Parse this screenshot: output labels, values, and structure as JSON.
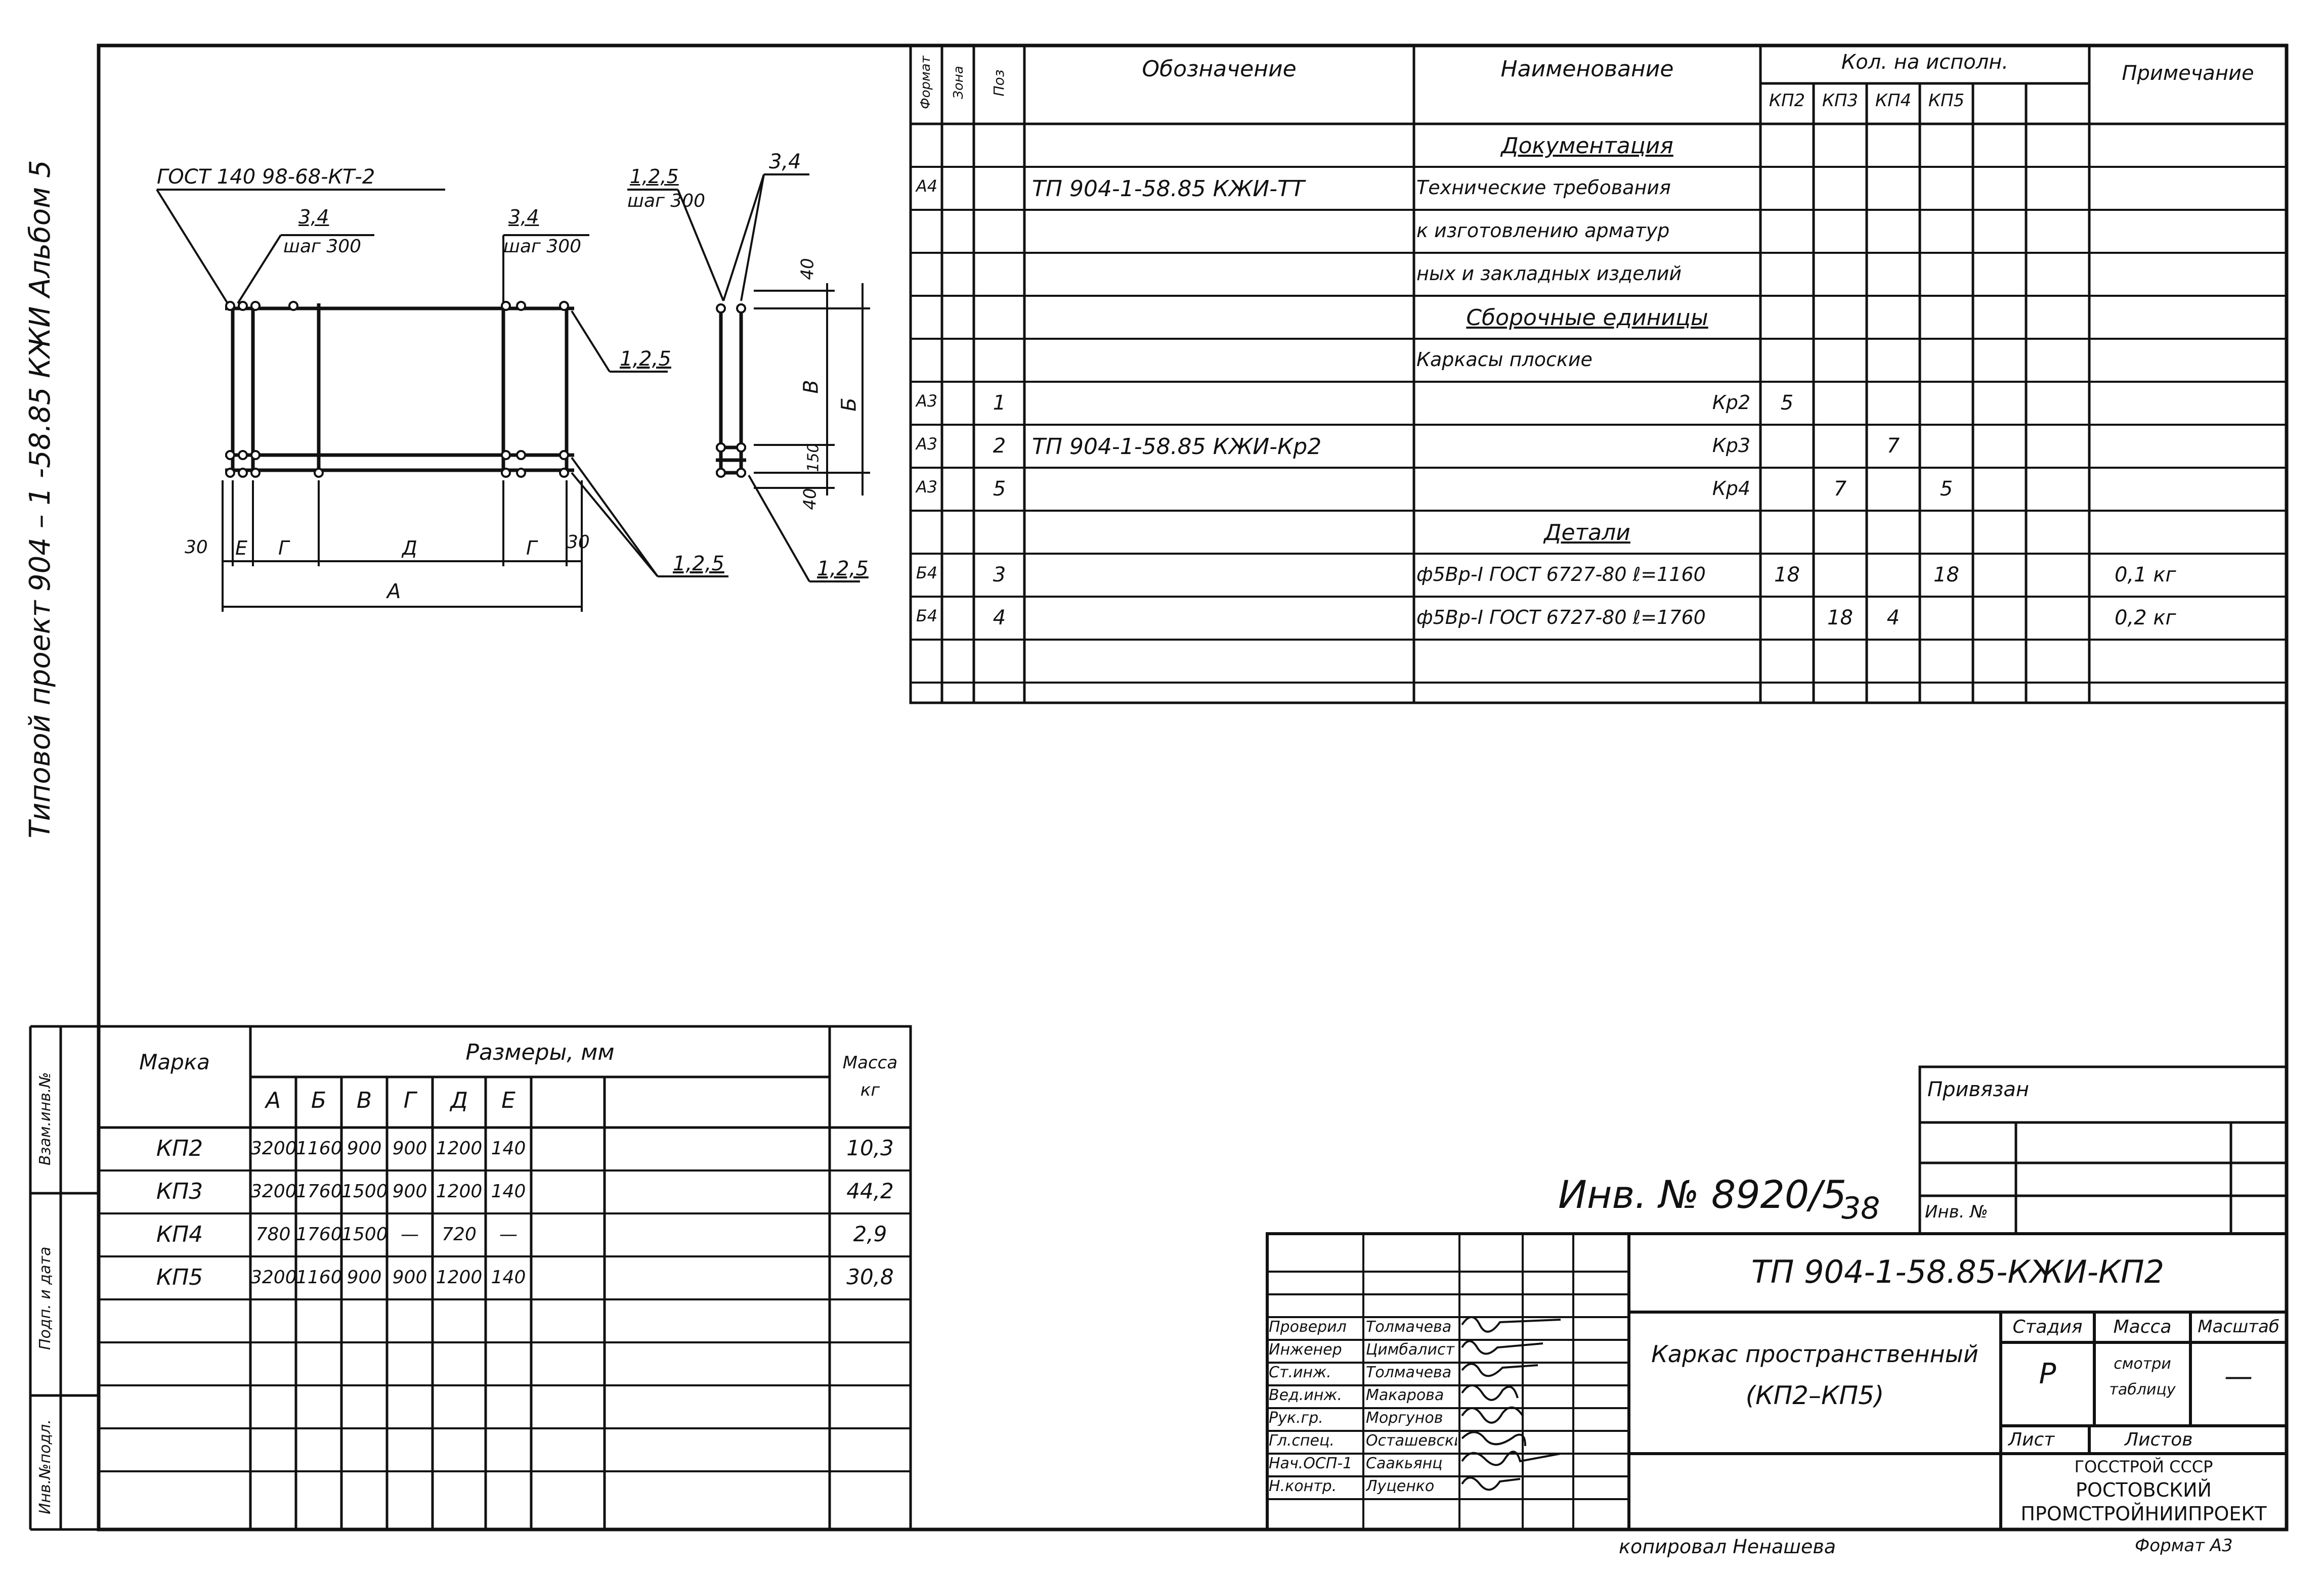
{
  "side": {
    "project": "Типовой  проект  904 – 1 -58.85 КЖИ  Альбом 5",
    "labels": [
      "Инв.№подл.",
      "Подп. и дата",
      "Взам.инв.№"
    ]
  },
  "drawing": {
    "gost": "ГОСТ 140  98-68-КТ-2",
    "lbl_34a": "3,4",
    "step_a": "шаг 300",
    "lbl_34b": "3,4",
    "step_b": "шаг 300",
    "lbl_125": "1,2,5",
    "step_c": "шаг 300",
    "lbl_34c": "3,4",
    "lbl_r125a": "1,2,5",
    "lbl_r125b": "1,2,5",
    "lbl_r125c": "1,2,5",
    "d30": "30",
    "dE": "Е",
    "dG1": "Г",
    "dD": "Д",
    "dG2": "Г",
    "d30b": "30",
    "dA": "А",
    "v40a": "40",
    "vV": "В",
    "vB": "Б",
    "v150": "150",
    "v40b": "40"
  },
  "spec": {
    "headers": {
      "format": "Формат",
      "zone": "Зона",
      "pos": "Поз",
      "designation": "Обозначение",
      "name": "Наименование",
      "qty": "Кол. на исполн.",
      "note": "Примечание",
      "sub": [
        "КП2",
        "КП3",
        "КП4",
        "КП5"
      ]
    },
    "rows": [
      {
        "f": "",
        "z": "",
        "p": "",
        "d": "",
        "n": "Документация",
        "q": [
          "",
          "",
          "",
          ""
        ],
        "note": "",
        "u": true,
        "c": true
      },
      {
        "f": "А4",
        "z": "",
        "p": "",
        "d": "ТП 904-1-58.85 КЖИ-ТТ",
        "n": "Технические требования",
        "q": [
          "",
          "",
          "",
          ""
        ],
        "note": ""
      },
      {
        "f": "",
        "z": "",
        "p": "",
        "d": "",
        "n": "к изготовлению арматур",
        "q": [
          "",
          "",
          "",
          ""
        ],
        "note": ""
      },
      {
        "f": "",
        "z": "",
        "p": "",
        "d": "",
        "n": "ных и закладных изделий",
        "q": [
          "",
          "",
          "",
          ""
        ],
        "note": ""
      },
      {
        "f": "",
        "z": "",
        "p": "",
        "d": "",
        "n": "Сборочные единицы",
        "q": [
          "",
          "",
          "",
          ""
        ],
        "note": "",
        "u": true,
        "c": true
      },
      {
        "f": "",
        "z": "",
        "p": "",
        "d": "",
        "n": "Каркасы  плоские",
        "q": [
          "",
          "",
          "",
          ""
        ],
        "note": ""
      },
      {
        "f": "А3",
        "z": "",
        "p": "1",
        "d": "",
        "n": "Кр2",
        "q": [
          "5",
          "",
          "",
          ""
        ],
        "note": "",
        "rt": true
      },
      {
        "f": "А3",
        "z": "",
        "p": "2",
        "d": "ТП 904-1-58.85 КЖИ-Кр2",
        "n": "Кр3",
        "q": [
          "",
          "",
          "7",
          ""
        ],
        "note": "",
        "rt": true
      },
      {
        "f": "А3",
        "z": "",
        "p": "5",
        "d": "",
        "n": "Кр4",
        "q": [
          "",
          "7",
          "",
          "5"
        ],
        "note": "",
        "rt": true
      },
      {
        "f": "",
        "z": "",
        "p": "",
        "d": "",
        "n": "Детали",
        "q": [
          "",
          "",
          "",
          ""
        ],
        "note": "",
        "u": true,
        "c": true
      },
      {
        "f": "Б4",
        "z": "",
        "p": "3",
        "d": "",
        "n": "ф5Вр-I ГОСТ 6727-80 ℓ=1160",
        "q": [
          "18",
          "",
          "",
          "18"
        ],
        "note": "0,1 кг"
      },
      {
        "f": "Б4",
        "z": "",
        "p": "4",
        "d": "",
        "n": "ф5Вр-I ГОСТ 6727-80 ℓ=1760",
        "q": [
          "",
          "18",
          "4",
          ""
        ],
        "note": "0,2 кг"
      },
      {
        "f": "",
        "z": "",
        "p": "",
        "d": "",
        "n": "",
        "q": [
          "",
          "",
          "",
          ""
        ],
        "note": ""
      }
    ]
  },
  "sizes": {
    "mark": "Марка",
    "sizes_title": "Размеры, мм",
    "mass": "Масса кг",
    "cols": [
      "А",
      "Б",
      "В",
      "Г",
      "Д",
      "Е"
    ],
    "rows": [
      {
        "m": "КП2",
        "v": [
          "3200",
          "1160",
          "900",
          "900",
          "1200",
          "140"
        ],
        "kg": "10,3"
      },
      {
        "m": "КП3",
        "v": [
          "3200",
          "1760",
          "1500",
          "900",
          "1200",
          "140"
        ],
        "kg": "44,2"
      },
      {
        "m": "КП4",
        "v": [
          "780",
          "1760",
          "1500",
          "—",
          "720",
          "—"
        ],
        "kg": "2,9"
      },
      {
        "m": "КП5",
        "v": [
          "3200",
          "1160",
          "900",
          "900",
          "1200",
          "140"
        ],
        "kg": "30,8"
      }
    ]
  },
  "stamp": {
    "bound": "Привязан",
    "inv_label": "Инв. №",
    "inv_big": "Инв. № 8920/5",
    "sheet_no": "38",
    "code": "ТП 904-1-58.85-КЖИ-КП2",
    "title": "Каркас  пространственный",
    "title2": "(КП2–КП5)",
    "stage_h": "Стадия",
    "mass_h": "Масса",
    "scale_h": "Масштаб",
    "stage": "Р",
    "mass": "смотри таблицу",
    "scale": "—",
    "sheet_h": "Лист",
    "sheets_h": "Листов",
    "org1": "ГОССТРОЙ СССР",
    "org2": "РОСТОВСКИЙ",
    "org3": "ПРОМСТРОЙНИИПРОЕКТ",
    "roles": [
      {
        "role": "Проверил",
        "name": "Толмачева"
      },
      {
        "role": "Инженер",
        "name": "Цимбалист"
      },
      {
        "role": "Ст.инж.",
        "name": "Толмачева"
      },
      {
        "role": "Вед.инж.",
        "name": "Макарова"
      },
      {
        "role": "Рук.гр.",
        "name": "Моргунов"
      },
      {
        "role": "Гл.спец.",
        "name": "Осташевский"
      },
      {
        "role": "Нач.ОСП-1",
        "name": "Саакьянц"
      },
      {
        "role": "Н.контр.",
        "name": "Луценко"
      }
    ],
    "copied": "копировал  Ненашева",
    "format": "Формат А3"
  }
}
